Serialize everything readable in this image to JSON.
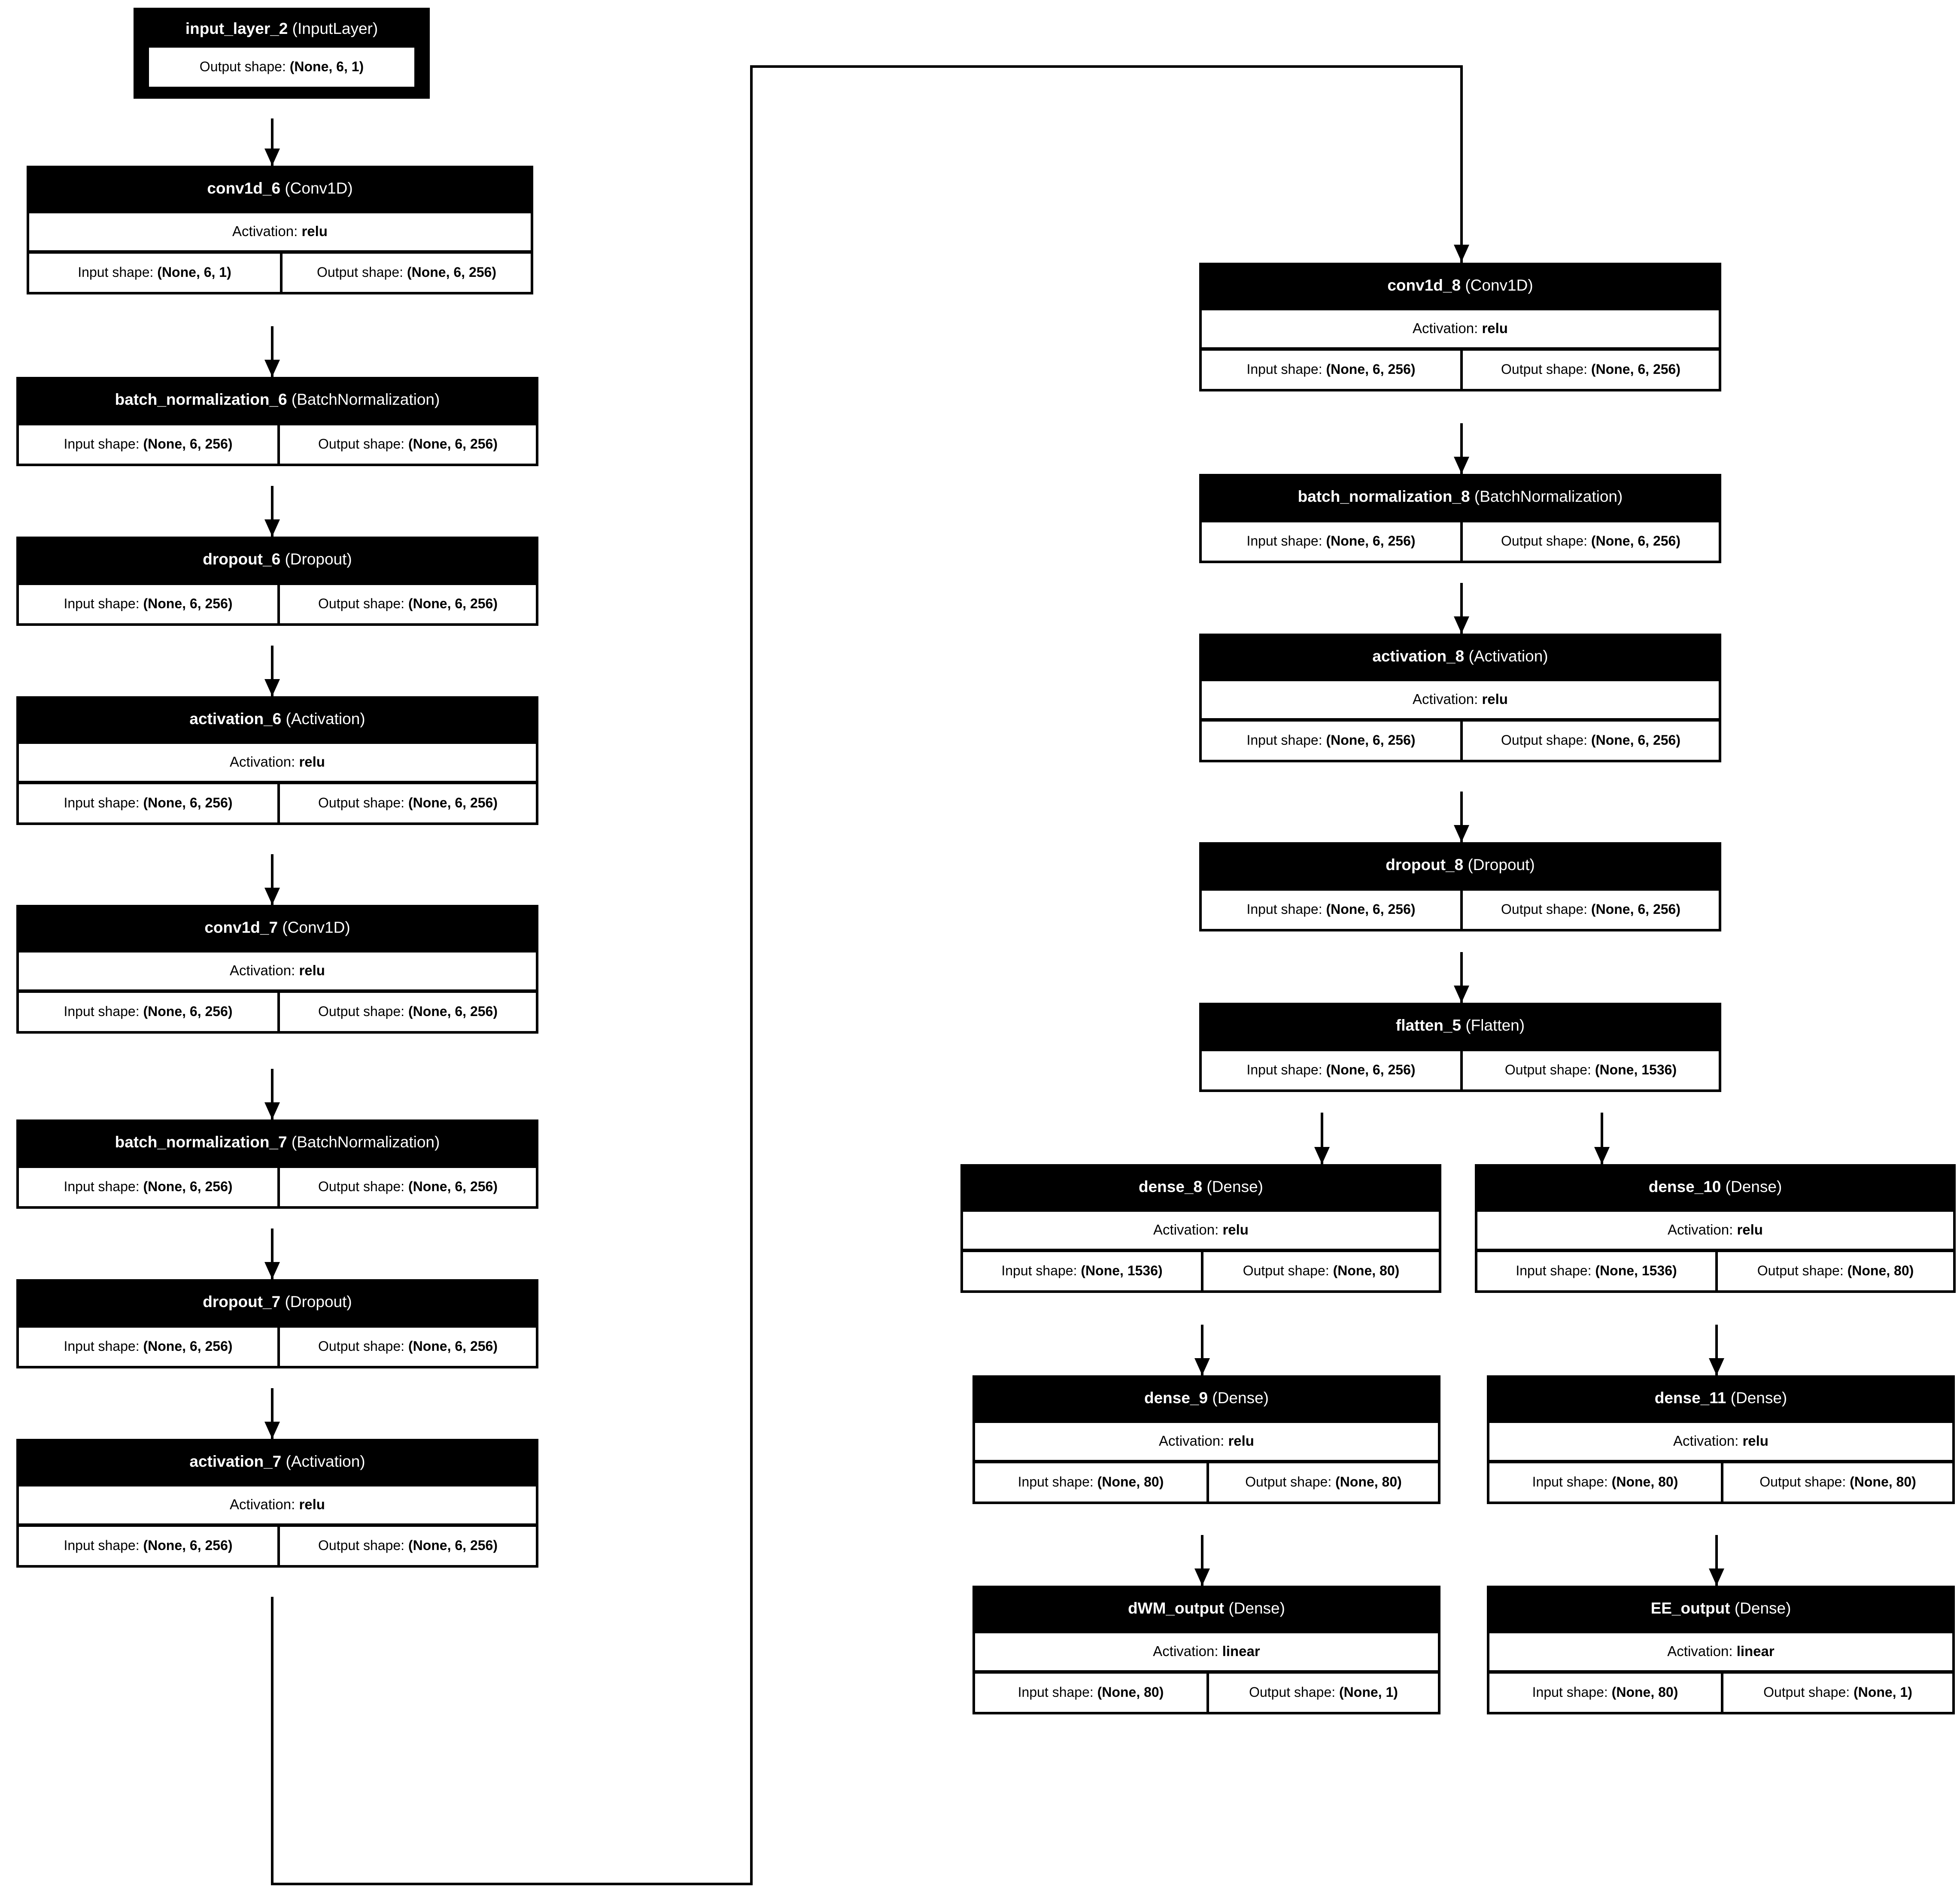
{
  "diagram": {
    "kind": "keras-model-plot",
    "title": "Keras functional model graph",
    "colors": {
      "node_header_bg": "#000000",
      "node_header_text": "#ffffff",
      "node_body_bg": "#ffffff",
      "node_body_text": "#000000",
      "edge": "#000000",
      "canvas": "#ffffff"
    },
    "labels": {
      "activation_prefix": "Activation: ",
      "input_shape_prefix": "Input shape: ",
      "output_shape_prefix": "Output shape: "
    }
  },
  "nodes": [
    {
      "id": "input_layer_2",
      "name": "input_layer_2",
      "type": "(InputLayer)",
      "activation": null,
      "input_shape": null,
      "output_shape": "(None, 6, 1)"
    },
    {
      "id": "conv1d_6",
      "name": "conv1d_6",
      "type": "(Conv1D)",
      "activation": "relu",
      "input_shape": "(None, 6, 1)",
      "output_shape": "(None, 6, 256)"
    },
    {
      "id": "batch_normalization_6",
      "name": "batch_normalization_6",
      "type": "(BatchNormalization)",
      "activation": null,
      "input_shape": "(None, 6, 256)",
      "output_shape": "(None, 6, 256)"
    },
    {
      "id": "dropout_6",
      "name": "dropout_6",
      "type": "(Dropout)",
      "activation": null,
      "input_shape": "(None, 6, 256)",
      "output_shape": "(None, 6, 256)"
    },
    {
      "id": "activation_6",
      "name": "activation_6",
      "type": "(Activation)",
      "activation": "relu",
      "input_shape": "(None, 6, 256)",
      "output_shape": "(None, 6, 256)"
    },
    {
      "id": "conv1d_7",
      "name": "conv1d_7",
      "type": "(Conv1D)",
      "activation": "relu",
      "input_shape": "(None, 6, 256)",
      "output_shape": "(None, 6, 256)"
    },
    {
      "id": "batch_normalization_7",
      "name": "batch_normalization_7",
      "type": "(BatchNormalization)",
      "activation": null,
      "input_shape": "(None, 6, 256)",
      "output_shape": "(None, 6, 256)"
    },
    {
      "id": "dropout_7",
      "name": "dropout_7",
      "type": "(Dropout)",
      "activation": null,
      "input_shape": "(None, 6, 256)",
      "output_shape": "(None, 6, 256)"
    },
    {
      "id": "activation_7",
      "name": "activation_7",
      "type": "(Activation)",
      "activation": "relu",
      "input_shape": "(None, 6, 256)",
      "output_shape": "(None, 6, 256)"
    },
    {
      "id": "conv1d_8",
      "name": "conv1d_8",
      "type": "(Conv1D)",
      "activation": "relu",
      "input_shape": "(None, 6, 256)",
      "output_shape": "(None, 6, 256)"
    },
    {
      "id": "batch_normalization_8",
      "name": "batch_normalization_8",
      "type": "(BatchNormalization)",
      "activation": null,
      "input_shape": "(None, 6, 256)",
      "output_shape": "(None, 6, 256)"
    },
    {
      "id": "activation_8",
      "name": "activation_8",
      "type": "(Activation)",
      "activation": "relu",
      "input_shape": "(None, 6, 256)",
      "output_shape": "(None, 6, 256)"
    },
    {
      "id": "dropout_8",
      "name": "dropout_8",
      "type": "(Dropout)",
      "activation": null,
      "input_shape": "(None, 6, 256)",
      "output_shape": "(None, 6, 256)"
    },
    {
      "id": "flatten_5",
      "name": "flatten_5",
      "type": "(Flatten)",
      "activation": null,
      "input_shape": "(None, 6, 256)",
      "output_shape": "(None, 1536)"
    },
    {
      "id": "dense_8",
      "name": "dense_8",
      "type": "(Dense)",
      "activation": "relu",
      "input_shape": "(None, 1536)",
      "output_shape": "(None, 80)"
    },
    {
      "id": "dense_9",
      "name": "dense_9",
      "type": "(Dense)",
      "activation": "relu",
      "input_shape": "(None, 80)",
      "output_shape": "(None, 80)"
    },
    {
      "id": "dWM_output",
      "name": "dWM_output",
      "type": "(Dense)",
      "activation": "linear",
      "input_shape": "(None, 80)",
      "output_shape": "(None, 1)"
    },
    {
      "id": "dense_10",
      "name": "dense_10",
      "type": "(Dense)",
      "activation": "relu",
      "input_shape": "(None, 1536)",
      "output_shape": "(None, 80)"
    },
    {
      "id": "dense_11",
      "name": "dense_11",
      "type": "(Dense)",
      "activation": "relu",
      "input_shape": "(None, 80)",
      "output_shape": "(None, 80)"
    },
    {
      "id": "EE_output",
      "name": "EE_output",
      "type": "(Dense)",
      "activation": "linear",
      "input_shape": "(None, 80)",
      "output_shape": "(None, 1)"
    }
  ],
  "edges": [
    {
      "from": "input_layer_2",
      "to": "conv1d_6"
    },
    {
      "from": "conv1d_6",
      "to": "batch_normalization_6"
    },
    {
      "from": "batch_normalization_6",
      "to": "dropout_6"
    },
    {
      "from": "dropout_6",
      "to": "activation_6"
    },
    {
      "from": "activation_6",
      "to": "conv1d_7"
    },
    {
      "from": "conv1d_7",
      "to": "batch_normalization_7"
    },
    {
      "from": "batch_normalization_7",
      "to": "dropout_7"
    },
    {
      "from": "dropout_7",
      "to": "activation_7"
    },
    {
      "from": "activation_7",
      "to": "conv1d_8"
    },
    {
      "from": "conv1d_8",
      "to": "batch_normalization_8"
    },
    {
      "from": "batch_normalization_8",
      "to": "activation_8"
    },
    {
      "from": "activation_8",
      "to": "dropout_8"
    },
    {
      "from": "dropout_8",
      "to": "flatten_5"
    },
    {
      "from": "flatten_5",
      "to": "dense_8"
    },
    {
      "from": "flatten_5",
      "to": "dense_10"
    },
    {
      "from": "dense_8",
      "to": "dense_9"
    },
    {
      "from": "dense_9",
      "to": "dWM_output"
    },
    {
      "from": "dense_10",
      "to": "dense_11"
    },
    {
      "from": "dense_11",
      "to": "EE_output"
    }
  ]
}
